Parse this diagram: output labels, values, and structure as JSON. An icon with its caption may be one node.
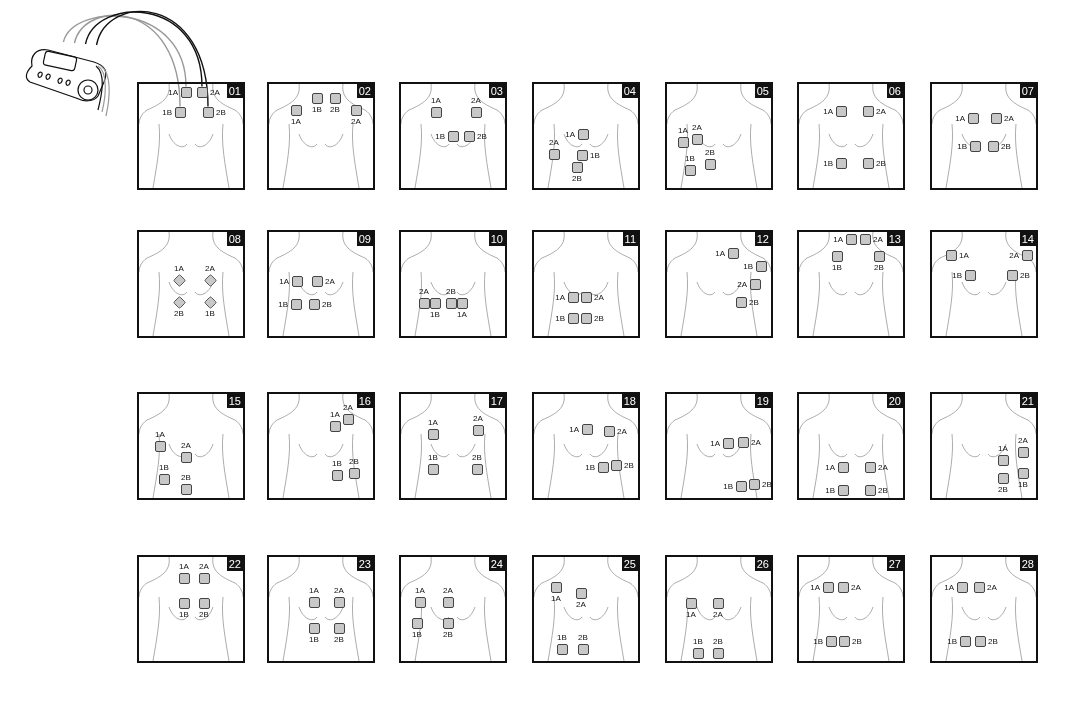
{
  "diagram": {
    "nodes": [
      {
        "text": [],
        "shape": "picture"
      },
      {
        "text": [
          "01"
        ]
      },
      {
        "text": [],
        "shape": "box",
        "in": 1,
        "beside": [
          "1A"
        ]
      },
      {
        "text": [],
        "shape": "box",
        "in": 1,
        "beside": [
          "2A"
        ]
      },
      {
        "text": [],
        "shape": "box",
        "in": 1,
        "beside": [
          "1B"
        ]
      },
      {
        "text": [],
        "shape": "box",
        "in": 1,
        "beside": [
          "2B"
        ]
      },
      {
        "text": [
          "02"
        ]
      },
      {
        "text": [],
        "shape": "box",
        "in": 6,
        "beside": [
          "1A"
        ]
      },
      {
        "text": [],
        "shape": "box",
        "in": 6,
        "beside": [
          "1B"
        ]
      },
      {
        "text": [],
        "shape": "box",
        "in": 6,
        "beside": [
          "2B"
        ]
      },
      {
        "text": [],
        "shape": "box",
        "in": 6,
        "beside": [
          "2A"
        ]
      },
      {
        "text": [
          "03"
        ]
      },
      {
        "text": [],
        "shape": "box",
        "in": 11,
        "beside": [
          "1A"
        ]
      },
      {
        "text": [],
        "shape": "box",
        "in": 11,
        "beside": [
          "2A"
        ]
      },
      {
        "text": [],
        "shape": "box",
        "in": 11,
        "beside": [
          "1B"
        ]
      },
      {
        "text": [],
        "shape": "box",
        "in": 11,
        "beside": [
          "2B"
        ]
      },
      {
        "text": [
          "04"
        ]
      },
      {
        "text": [],
        "shape": "box",
        "in": 16,
        "beside": [
          "1A"
        ]
      },
      {
        "text": [],
        "shape": "box",
        "in": 16,
        "beside": [
          "2A"
        ]
      },
      {
        "text": [],
        "shape": "box",
        "in": 16,
        "beside": [
          "1B"
        ]
      },
      {
        "text": [],
        "shape": "box",
        "in": 16,
        "beside": [
          "2B"
        ]
      },
      {
        "text": [
          "05"
        ]
      },
      {
        "text": [],
        "shape": "box",
        "in": 21,
        "beside": [
          "1A"
        ]
      },
      {
        "text": [],
        "shape": "box",
        "in": 21,
        "beside": [
          "2A"
        ]
      },
      {
        "text": [],
        "shape": "box",
        "in": 21,
        "beside": [
          "1B"
        ]
      },
      {
        "text": [],
        "shape": "box",
        "in": 21,
        "beside": [
          "2B"
        ]
      },
      {
        "text": [
          "06"
        ]
      },
      {
        "text": [],
        "shape": "box",
        "in": 26,
        "beside": [
          "1A"
        ]
      },
      {
        "text": [],
        "shape": "box",
        "in": 26,
        "beside": [
          "2A"
        ]
      },
      {
        "text": [],
        "shape": "box",
        "in": 26,
        "beside": [
          "1B"
        ]
      },
      {
        "text": [],
        "shape": "box",
        "in": 26,
        "beside": [
          "2B"
        ]
      },
      {
        "text": [
          "07"
        ]
      },
      {
        "text": [],
        "shape": "box",
        "in": 31,
        "beside": [
          "1A"
        ]
      },
      {
        "text": [],
        "shape": "box",
        "in": 31,
        "beside": [
          "2A"
        ]
      },
      {
        "text": [],
        "shape": "box",
        "in": 31,
        "beside": [
          "1B"
        ]
      },
      {
        "text": [],
        "shape": "box",
        "in": 31,
        "beside": [
          "2B"
        ]
      },
      {
        "text": [
          "08"
        ]
      },
      {
        "text": [],
        "shape": "diamond",
        "in": 36,
        "beside": [
          "1A"
        ]
      },
      {
        "text": [],
        "shape": "diamond",
        "in": 36,
        "beside": [
          "2A"
        ]
      },
      {
        "text": [],
        "shape": "diamond",
        "in": 36,
        "beside": [
          "2B"
        ]
      },
      {
        "text": [],
        "shape": "diamond",
        "in": 36,
        "beside": [
          "1B"
        ]
      },
      {
        "text": [
          "09"
        ]
      },
      {
        "text": [],
        "shape": "box",
        "in": 41,
        "beside": [
          "1A"
        ]
      },
      {
        "text": [],
        "shape": "box",
        "in": 41,
        "beside": [
          "2A"
        ]
      },
      {
        "text": [],
        "shape": "box",
        "in": 41,
        "beside": [
          "1B"
        ]
      },
      {
        "text": [],
        "shape": "box",
        "in": 41,
        "beside": [
          "2B"
        ]
      },
      {
        "text": [
          "10"
        ]
      },
      {
        "text": [],
        "shape": "box",
        "in": 46,
        "beside": [
          "2A"
        ]
      },
      {
        "text": [],
        "shape": "box",
        "in": 46,
        "beside": [
          "2B"
        ]
      },
      {
        "text": [],
        "shape": "box",
        "in": 46,
        "beside": [
          "1B"
        ]
      },
      {
        "text": [],
        "shape": "box",
        "in": 46,
        "beside": [
          "1A"
        ]
      },
      {
        "text": [
          "11"
        ]
      },
      {
        "text": [],
        "shape": "box",
        "in": 51,
        "beside": [
          "1A"
        ]
      },
      {
        "text": [],
        "shape": "box",
        "in": 51,
        "beside": [
          "2A"
        ]
      },
      {
        "text": [],
        "shape": "box",
        "in": 51,
        "beside": [
          "1B"
        ]
      },
      {
        "text": [],
        "shape": "box",
        "in": 51,
        "beside": [
          "2B"
        ]
      },
      {
        "text": [
          "12"
        ]
      },
      {
        "text": [],
        "shape": "box",
        "in": 56,
        "beside": [
          "1A"
        ]
      },
      {
        "text": [],
        "shape": "box",
        "in": 56,
        "beside": [
          "1B"
        ]
      },
      {
        "text": [],
        "shape": "box",
        "in": 56,
        "beside": [
          "2A"
        ]
      },
      {
        "text": [],
        "shape": "box",
        "in": 56,
        "beside": [
          "2B"
        ]
      },
      {
        "text": [
          "13"
        ]
      },
      {
        "text": [],
        "shape": "box",
        "in": 61,
        "beside": [
          "1A"
        ]
      },
      {
        "text": [],
        "shape": "box",
        "in": 61,
        "beside": [
          "2A"
        ]
      },
      {
        "text": [],
        "shape": "box",
        "in": 61,
        "beside": [
          "1B"
        ]
      },
      {
        "text": [],
        "shape": "box",
        "in": 61,
        "beside": [
          "2B"
        ]
      },
      {
        "text": [
          "14"
        ]
      },
      {
        "text": [],
        "shape": "box",
        "in": 66,
        "beside": [
          "1A"
        ]
      },
      {
        "text": [],
        "shape": "box",
        "in": 66,
        "beside": [
          "2A"
        ]
      },
      {
        "text": [],
        "shape": "box",
        "in": 66,
        "beside": [
          "1B"
        ]
      },
      {
        "text": [],
        "shape": "box",
        "in": 66,
        "beside": [
          "2B"
        ]
      },
      {
        "text": [
          "15"
        ]
      },
      {
        "text": [],
        "shape": "box",
        "in": 71,
        "beside": [
          "1A"
        ]
      },
      {
        "text": [],
        "shape": "box",
        "in": 71,
        "beside": [
          "2A"
        ]
      },
      {
        "text": [],
        "shape": "box",
        "in": 71,
        "beside": [
          "1B"
        ]
      },
      {
        "text": [],
        "shape": "box",
        "in": 71,
        "beside": [
          "2B"
        ]
      },
      {
        "text": [
          "16"
        ]
      },
      {
        "text": [],
        "shape": "box",
        "in": 76,
        "beside": [
          "1A"
        ]
      },
      {
        "text": [],
        "shape": "box",
        "in": 76,
        "beside": [
          "2A"
        ]
      },
      {
        "text": [],
        "shape": "box",
        "in": 76,
        "beside": [
          "1B"
        ]
      },
      {
        "text": [],
        "shape": "box",
        "in": 76,
        "beside": [
          "2B"
        ]
      },
      {
        "text": [
          "17"
        ]
      },
      {
        "text": [],
        "shape": "box",
        "in": 81,
        "beside": [
          "1A"
        ]
      },
      {
        "text": [],
        "shape": "box",
        "in": 81,
        "beside": [
          "2A"
        ]
      },
      {
        "text": [],
        "shape": "box",
        "in": 81,
        "beside": [
          "1B"
        ]
      },
      {
        "text": [],
        "shape": "box",
        "in": 81,
        "beside": [
          "2B"
        ]
      },
      {
        "text": [
          "18"
        ]
      },
      {
        "text": [],
        "shape": "box",
        "in": 86,
        "beside": [
          "1A"
        ]
      },
      {
        "text": [],
        "shape": "box",
        "in": 86,
        "beside": [
          "2A"
        ]
      },
      {
        "text": [],
        "shape": "box",
        "in": 86,
        "beside": [
          "1B"
        ]
      },
      {
        "text": [],
        "shape": "box",
        "in": 86,
        "beside": [
          "2B"
        ]
      },
      {
        "text": [
          "19"
        ]
      },
      {
        "text": [],
        "shape": "box",
        "in": 91,
        "beside": [
          "1A"
        ]
      },
      {
        "text": [],
        "shape": "box",
        "in": 91,
        "beside": [
          "2A"
        ]
      },
      {
        "text": [],
        "shape": "box",
        "in": 91,
        "beside": [
          "1B"
        ]
      },
      {
        "text": [],
        "shape": "box",
        "in": 91,
        "beside": [
          "2B"
        ]
      },
      {
        "text": [
          "20"
        ]
      },
      {
        "text": [],
        "shape": "box",
        "in": 96,
        "beside": [
          "1A"
        ]
      },
      {
        "text": [],
        "shape": "box",
        "in": 96,
        "beside": [
          "2A"
        ]
      },
      {
        "text": [],
        "shape": "box",
        "in": 96,
        "beside": [
          "1B"
        ]
      },
      {
        "text": [],
        "shape": "box",
        "in": 96,
        "beside": [
          "2B"
        ]
      },
      {
        "text": [
          "21"
        ]
      },
      {
        "text": [],
        "shape": "box",
        "in": 101,
        "beside": [
          "2A"
        ]
      },
      {
        "text": [],
        "shape": "box",
        "in": 101,
        "beside": [
          "1A"
        ]
      },
      {
        "text": [],
        "shape": "box",
        "in": 101,
        "beside": [
          "1B"
        ]
      },
      {
        "text": [],
        "shape": "box",
        "in": 101,
        "beside": [
          "2B"
        ]
      },
      {
        "text": [
          "22"
        ]
      },
      {
        "text": [],
        "shape": "box",
        "in": 106,
        "beside": [
          "1A"
        ]
      },
      {
        "text": [],
        "shape": "box",
        "in": 106,
        "beside": [
          "2A"
        ]
      },
      {
        "text": [],
        "shape": "box",
        "in": 106,
        "beside": [
          "1B"
        ]
      },
      {
        "text": [],
        "shape": "box",
        "in": 106,
        "beside": [
          "2B"
        ]
      },
      {
        "text": [
          "23"
        ]
      },
      {
        "text": [],
        "shape": "box",
        "in": 111,
        "beside": [
          "1A"
        ]
      },
      {
        "text": [],
        "shape": "box",
        "in": 111,
        "beside": [
          "2A"
        ]
      },
      {
        "text": [],
        "shape": "box",
        "in": 111,
        "beside": [
          "1B"
        ]
      },
      {
        "text": [],
        "shape": "box",
        "in": 111,
        "beside": [
          "2B"
        ]
      },
      {
        "text": [
          "24"
        ]
      },
      {
        "text": [],
        "shape": "box",
        "in": 116,
        "beside": [
          "1A"
        ]
      },
      {
        "text": [],
        "shape": "box",
        "in": 116,
        "beside": [
          "2A"
        ]
      },
      {
        "text": [],
        "shape": "box",
        "in": 116,
        "beside": [
          "1B"
        ]
      },
      {
        "text": [],
        "shape": "box",
        "in": 116,
        "beside": [
          "2B"
        ]
      },
      {
        "text": [
          "25"
        ]
      },
      {
        "text": [],
        "shape": "box",
        "in": 121,
        "beside": [
          "1A"
        ]
      },
      {
        "text": [],
        "shape": "box",
        "in": 121,
        "beside": [
          "2A"
        ]
      },
      {
        "text": [],
        "shape": "box",
        "in": 121,
        "beside": [
          "1B"
        ]
      },
      {
        "text": [],
        "shape": "box",
        "in": 121,
        "beside": [
          "2B"
        ]
      },
      {
        "text": [
          "26"
        ]
      },
      {
        "text": [],
        "shape": "box",
        "in": 126,
        "beside": [
          "1A"
        ]
      },
      {
        "text": [],
        "shape": "box",
        "in": 126,
        "beside": [
          "2A"
        ]
      },
      {
        "text": [],
        "shape": "box",
        "in": 126,
        "beside": [
          "1B"
        ]
      },
      {
        "text": [],
        "shape": "box",
        "in": 126,
        "beside": [
          "2B"
        ]
      },
      {
        "text": [
          "27"
        ]
      },
      {
        "text": [],
        "shape": "box",
        "in": 131,
        "beside": [
          "1A"
        ]
      },
      {
        "text": [],
        "shape": "box",
        "in": 131,
        "beside": [
          "2A"
        ]
      },
      {
        "text": [],
        "shape": "box",
        "in": 131,
        "beside": [
          "1B"
        ]
      },
      {
        "text": [],
        "shape": "box",
        "in": 131,
        "beside": [
          "2B"
        ]
      },
      {
        "text": [
          "28"
        ]
      },
      {
        "text": [],
        "shape": "box",
        "in": 136,
        "beside": [
          "1A"
        ]
      },
      {
        "text": [],
        "shape": "box",
        "in": 136,
        "beside": [
          "2A"
        ]
      },
      {
        "text": [],
        "shape": "box",
        "in": 136,
        "beside": [
          "1B"
        ]
      },
      {
        "text": [],
        "shape": "box",
        "in": 136,
        "beside": [
          "2B"
        ]
      }
    ],
    "edges": [
      {
        "from": 0,
        "to": 2,
        "arrow": "none",
        "color": "#999999"
      },
      {
        "from": 0,
        "to": 4,
        "arrow": "none",
        "color": "#999999"
      },
      {
        "from": 0,
        "to": 3,
        "arrow": "none",
        "color": "#111111"
      },
      {
        "from": 0,
        "to": 5,
        "arrow": "none",
        "color": "#111111"
      }
    ]
  }
}
